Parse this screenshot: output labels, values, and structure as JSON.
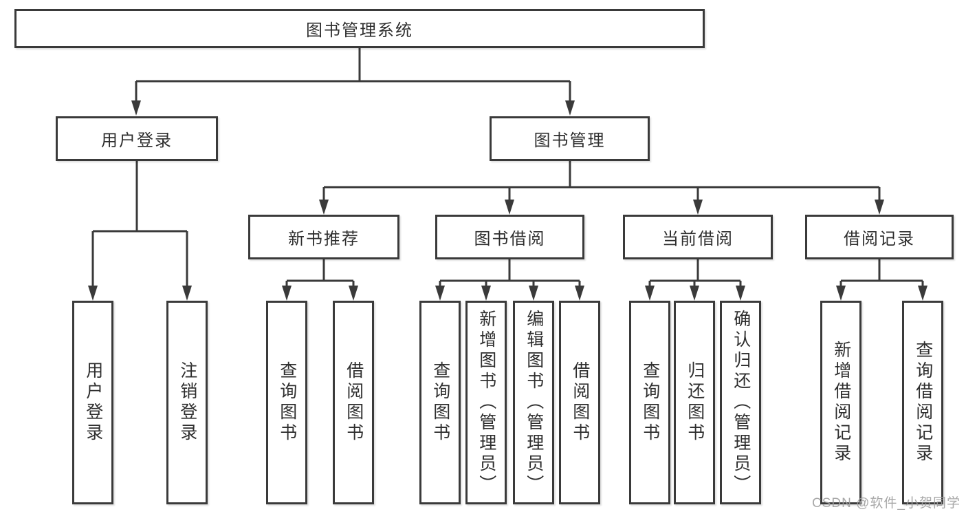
{
  "title": "图书管理系统",
  "nodes": {
    "root": "图书管理系统",
    "user_login": "用户登录",
    "book_management": "图书管理",
    "new_book_recommend": "新书推荐",
    "book_borrow": "图书借阅",
    "current_borrow": "当前借阅",
    "borrow_records": "借阅记录",
    "login_leaf": "用户登录",
    "logout_leaf": "注销登录",
    "nb_query_books": "查询图书",
    "nb_borrow_books": "借阅图书",
    "bb_query_books": "查询图书",
    "bb_add_books": "新增图书（管理员）",
    "bb_edit_books": "编辑图书（管理员）",
    "bb_borrow_books": "借阅图书",
    "cb_query_books": "查询图书",
    "cb_return_books": "归还图书",
    "cb_confirm_return": "确认归还（管理员）",
    "br_add_record": "新增借阅记录",
    "br_query_record": "查询借阅记录"
  },
  "hierarchy": {
    "root": "图书管理系统",
    "children": [
      {
        "label": "用户登录",
        "children": [
          "用户登录",
          "注销登录"
        ]
      },
      {
        "label": "图书管理",
        "children": [
          {
            "label": "新书推荐",
            "children": [
              "查询图书",
              "借阅图书"
            ]
          },
          {
            "label": "图书借阅",
            "children": [
              "查询图书",
              "新增图书（管理员）",
              "编辑图书（管理员）",
              "借阅图书"
            ]
          },
          {
            "label": "当前借阅",
            "children": [
              "查询图书",
              "归还图书",
              "确认归还（管理员）"
            ]
          },
          {
            "label": "借阅记录",
            "children": [
              "新增借阅记录",
              "查询借阅记录"
            ]
          }
        ]
      }
    ]
  },
  "watermark": "CSDN @软件_小贺同学",
  "colors": {
    "line": "#3a3a3a",
    "text": "#2e2e2e",
    "box_background": "#ffffff",
    "page_background": "#ffffff",
    "watermark": "#9e9e9e"
  }
}
